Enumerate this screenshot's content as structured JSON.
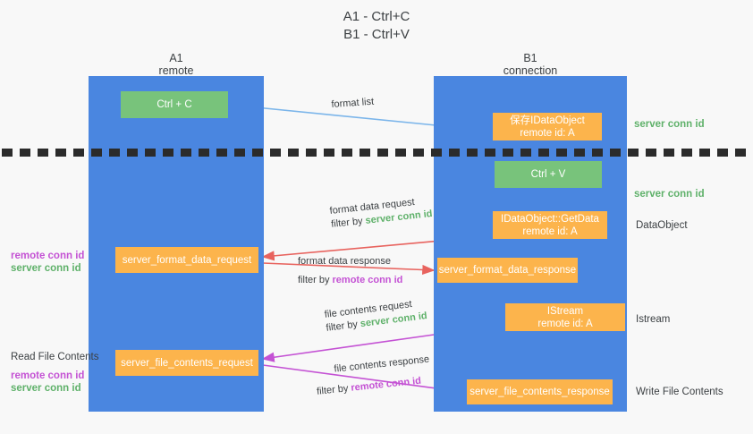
{
  "title": {
    "line1": "A1 - Ctrl+C",
    "line2": "B1 - Ctrl+V"
  },
  "lanes": [
    {
      "name": "A1",
      "subtitle": "remote"
    },
    {
      "name": "B1",
      "subtitle": "connection"
    }
  ],
  "boxes": {
    "ctrl_c": {
      "line1": "Ctrl + C",
      "line2": "",
      "color": "#78c37b"
    },
    "idataobject": {
      "line1": "保存IDataObject",
      "line2": "remote id: A",
      "color": "#fcb44c"
    },
    "ctrl_v": {
      "line1": "Ctrl + V",
      "line2": "",
      "color": "#78c37b"
    },
    "getdata": {
      "line1": "IDataObject::GetData",
      "line2": "remote id: A",
      "color": "#fcb44c"
    },
    "format_data_request": {
      "line1": "server_format_data_request",
      "line2": "",
      "color": "#fcb44c"
    },
    "format_data_response": {
      "line1": "server_format_data_response",
      "line2": "",
      "color": "#fcb44c"
    },
    "istream": {
      "line1": "IStream",
      "line2": "remote id: A",
      "color": "#fcb44c"
    },
    "file_contents_request": {
      "line1": "server_file_contents_request",
      "line2": "",
      "color": "#fcb44c"
    },
    "file_contents_response": {
      "line1": "server_file_contents_response",
      "line2": "",
      "color": "#fcb44c"
    }
  },
  "edge_labels": {
    "format_list": "format list",
    "format_data_request_line1": "format data request",
    "format_data_request_line2_prefix": "filter by ",
    "format_data_request_line2_key": "server conn id",
    "format_data_response_line1": "format data response",
    "format_data_response_line2_prefix": "filter by ",
    "format_data_response_line2_key": "remote conn id",
    "file_contents_request_line1": "file contents request",
    "file_contents_request_line2_prefix": "filter by ",
    "file_contents_request_line2_key": "server conn id",
    "file_contents_response_line1": "file contents response",
    "file_contents_response_line2_prefix": "filter by ",
    "file_contents_response_line2_key": "remote conn id"
  },
  "side_labels": {
    "right_server_conn_id_top": "server conn id",
    "right_server_conn_id_mid": "server conn id",
    "right_dataobject": "DataObject",
    "right_istream": "Istream",
    "right_write_file_contents": "Write File Contents",
    "left_remote_conn_id_1": "remote conn id",
    "left_server_conn_id_1": "server conn id",
    "left_read_file_contents": "Read File Contents",
    "left_remote_conn_id_2": "remote conn id",
    "left_server_conn_id_2": "server conn id"
  },
  "colors": {
    "lane_blue": "#4a86e0",
    "green_box": "#78c37b",
    "orange_box": "#fcb44c",
    "server_conn_id_green": "#5fb16a",
    "remote_conn_id_magenta": "#c452d4",
    "arrow_light_blue": "#7bb5ea",
    "arrow_red": "#e8635e",
    "arrow_magenta": "#c452d4",
    "arrow_black": "#111111",
    "divider_black": "#2b2b2b",
    "background": "#f8f8f8"
  }
}
